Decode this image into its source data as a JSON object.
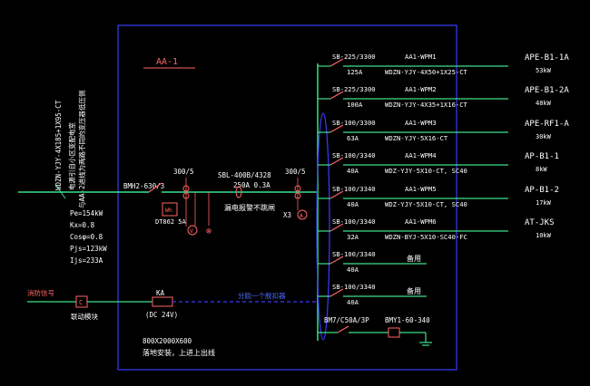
{
  "panel": {
    "name": "AA-1",
    "enclosure_size": "800X2000X600",
    "install_note": "落地安装，上进上出线"
  },
  "incoming": {
    "cable": "WDZN-YJY-4X185+1X95-CT",
    "note_line1": "电源引自小区变配电室",
    "note_line2": "与AA-2进线为两路不同的变压器低压侧",
    "breaker": "BMH2-630/3",
    "ct_ratio_left": "300/5",
    "meter_label": "Wh",
    "meter_model": "DT862 5A",
    "v_symbol": "V",
    "x_symbol": "⊗",
    "spd": "SBL-400B/4328",
    "spd_rating": "250A 0.3A",
    "alarm_note": "漏电报警不跳闸",
    "ct_ratio_right": "300/5",
    "ammeter": "X3",
    "ammeter_symbol": "A"
  },
  "calc": {
    "pe": "Pe=154kW",
    "kx": "Kx=0.8",
    "cos": "Cosφ=0.8",
    "pjs": "Pjs=123kW",
    "ijs": "Ijs=233A"
  },
  "control": {
    "fire_signal": "消防信号",
    "module_symbol": "C",
    "module_label": "联动模块",
    "relay": "KA",
    "relay_voltage": "(DC 24V)",
    "trip_note": "分励一个脱扣器"
  },
  "circuits": [
    {
      "breaker": "SB-225/3300",
      "current": "125A",
      "feeder": "AA1-WPM1",
      "cable": "WDZN-YJY-4X50+1X25-CT",
      "load": "APE-B1-1A",
      "power": "53kW"
    },
    {
      "breaker": "SB-225/3300",
      "current": "100A",
      "feeder": "AA1-WPM2",
      "cable": "WDZN-YJY-4X35+1X16-CT",
      "load": "APE-B1-2A",
      "power": "48kW"
    },
    {
      "breaker": "SB-100/3300",
      "current": "63A",
      "feeder": "AA1-WPM3",
      "cable": "WDZN-YJY-5X16-CT",
      "load": "APE-RF1-A",
      "power": "30kW"
    },
    {
      "breaker": "SB-100/3340",
      "current": "40A",
      "feeder": "AA1-WPM4",
      "cable": "WDZ-YJY-5X10-CT, SC40",
      "load": "AP-B1-1",
      "power": "8kW"
    },
    {
      "breaker": "SB-100/3340",
      "current": "40A",
      "feeder": "AA1-WPM5",
      "cable": "WDZ-YJY-5X10-CT, SC40",
      "load": "AP-B1-2",
      "power": "17kW"
    },
    {
      "breaker": "SB-100/3340",
      "current": "32A",
      "feeder": "AA1-WPM6",
      "cable": "WDZN-BYJ-5X10-SC40-FC",
      "load": "AT-JKS",
      "power": "10kW"
    },
    {
      "breaker": "SB-100/3340",
      "current": "40A",
      "feeder": "",
      "cable": "备用",
      "load": "",
      "power": ""
    },
    {
      "breaker": "SB-100/3340",
      "current": "40A",
      "feeder": "",
      "cable": "备用",
      "load": "",
      "power": ""
    }
  ],
  "spd_circuit": {
    "breaker": "BM7/C50A/3P",
    "spd": "BMY1-60-340"
  }
}
